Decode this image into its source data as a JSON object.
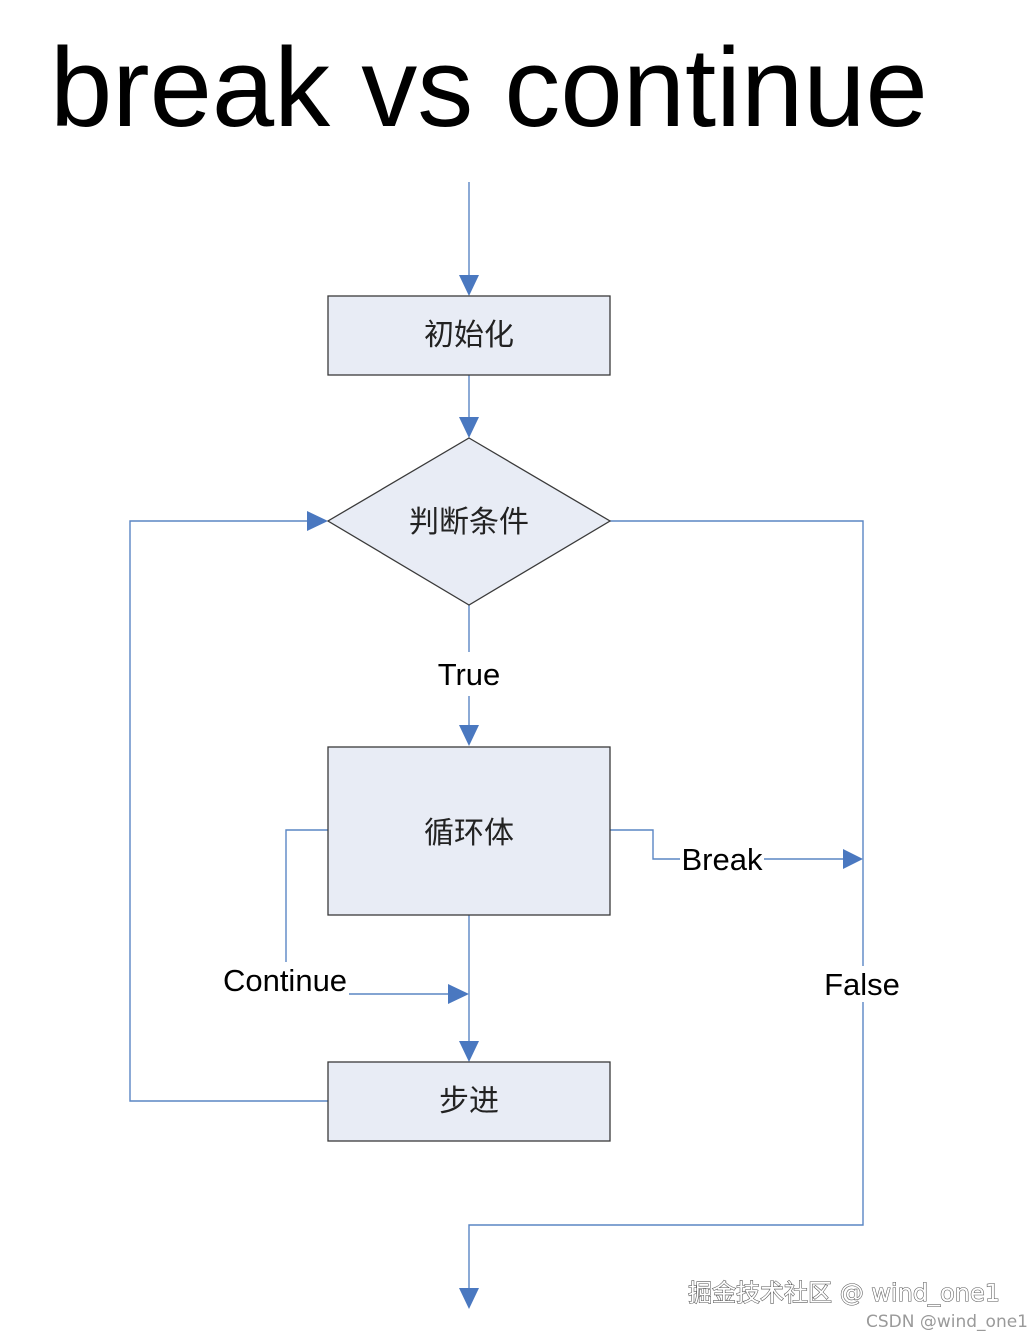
{
  "title": "break vs continue",
  "nodes": {
    "init": "初始化",
    "condition": "判断条件",
    "body": "循环体",
    "step": "步进"
  },
  "edge_labels": {
    "true": "True",
    "false": "False",
    "break": "Break",
    "continue": "Continue"
  },
  "watermark": {
    "main": "掘金技术社区 @ wind_one1",
    "sub": "CSDN @wind_one1"
  },
  "colors": {
    "edge": "#5a86c4",
    "arrowhead": "#4a78c0",
    "node_fill": "#e8ecf5"
  }
}
